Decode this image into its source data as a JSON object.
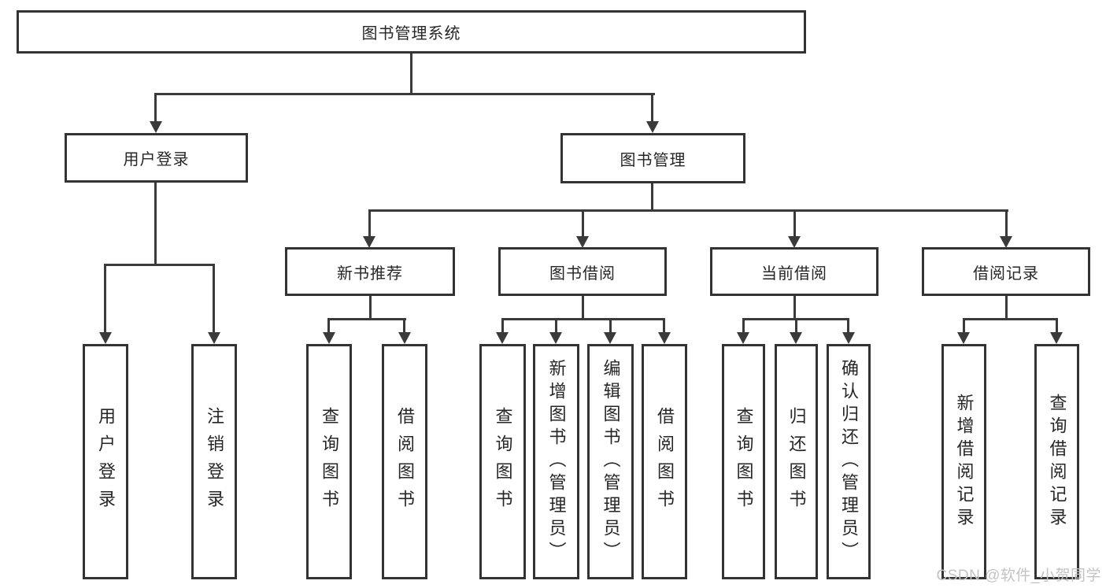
{
  "diagram_title": "图书管理系统",
  "colors": {
    "line": "#3a3a3a",
    "border": "#333333",
    "text": "#262626",
    "watermark": "#c3c3c3",
    "background": "#ffffff"
  },
  "nodes": {
    "root": {
      "label": "图书管理系统"
    },
    "level2": [
      {
        "label": "用户登录"
      },
      {
        "label": "图书管理"
      }
    ],
    "level3": [
      {
        "label": "新书推荐"
      },
      {
        "label": "图书借阅"
      },
      {
        "label": "当前借阅"
      },
      {
        "label": "借阅记录"
      }
    ],
    "login_children": [
      {
        "label": "用户登录"
      },
      {
        "label": "注销登录"
      }
    ],
    "recommend_children": [
      {
        "label": "查询图书"
      },
      {
        "label": "借阅图书"
      }
    ],
    "borrow_children": [
      {
        "label": "查询图书"
      },
      {
        "label": "新增图书（管理员）"
      },
      {
        "label": "编辑图书（管理员）"
      },
      {
        "label": "借阅图书"
      }
    ],
    "current_children": [
      {
        "label": "查询图书"
      },
      {
        "label": "归还图书"
      },
      {
        "label": "确认归还（管理员）"
      }
    ],
    "record_children": [
      {
        "label": "新增借阅记录"
      },
      {
        "label": "查询借阅记录"
      }
    ]
  },
  "watermark": {
    "text": "CSDN @软件_小贺同学"
  }
}
